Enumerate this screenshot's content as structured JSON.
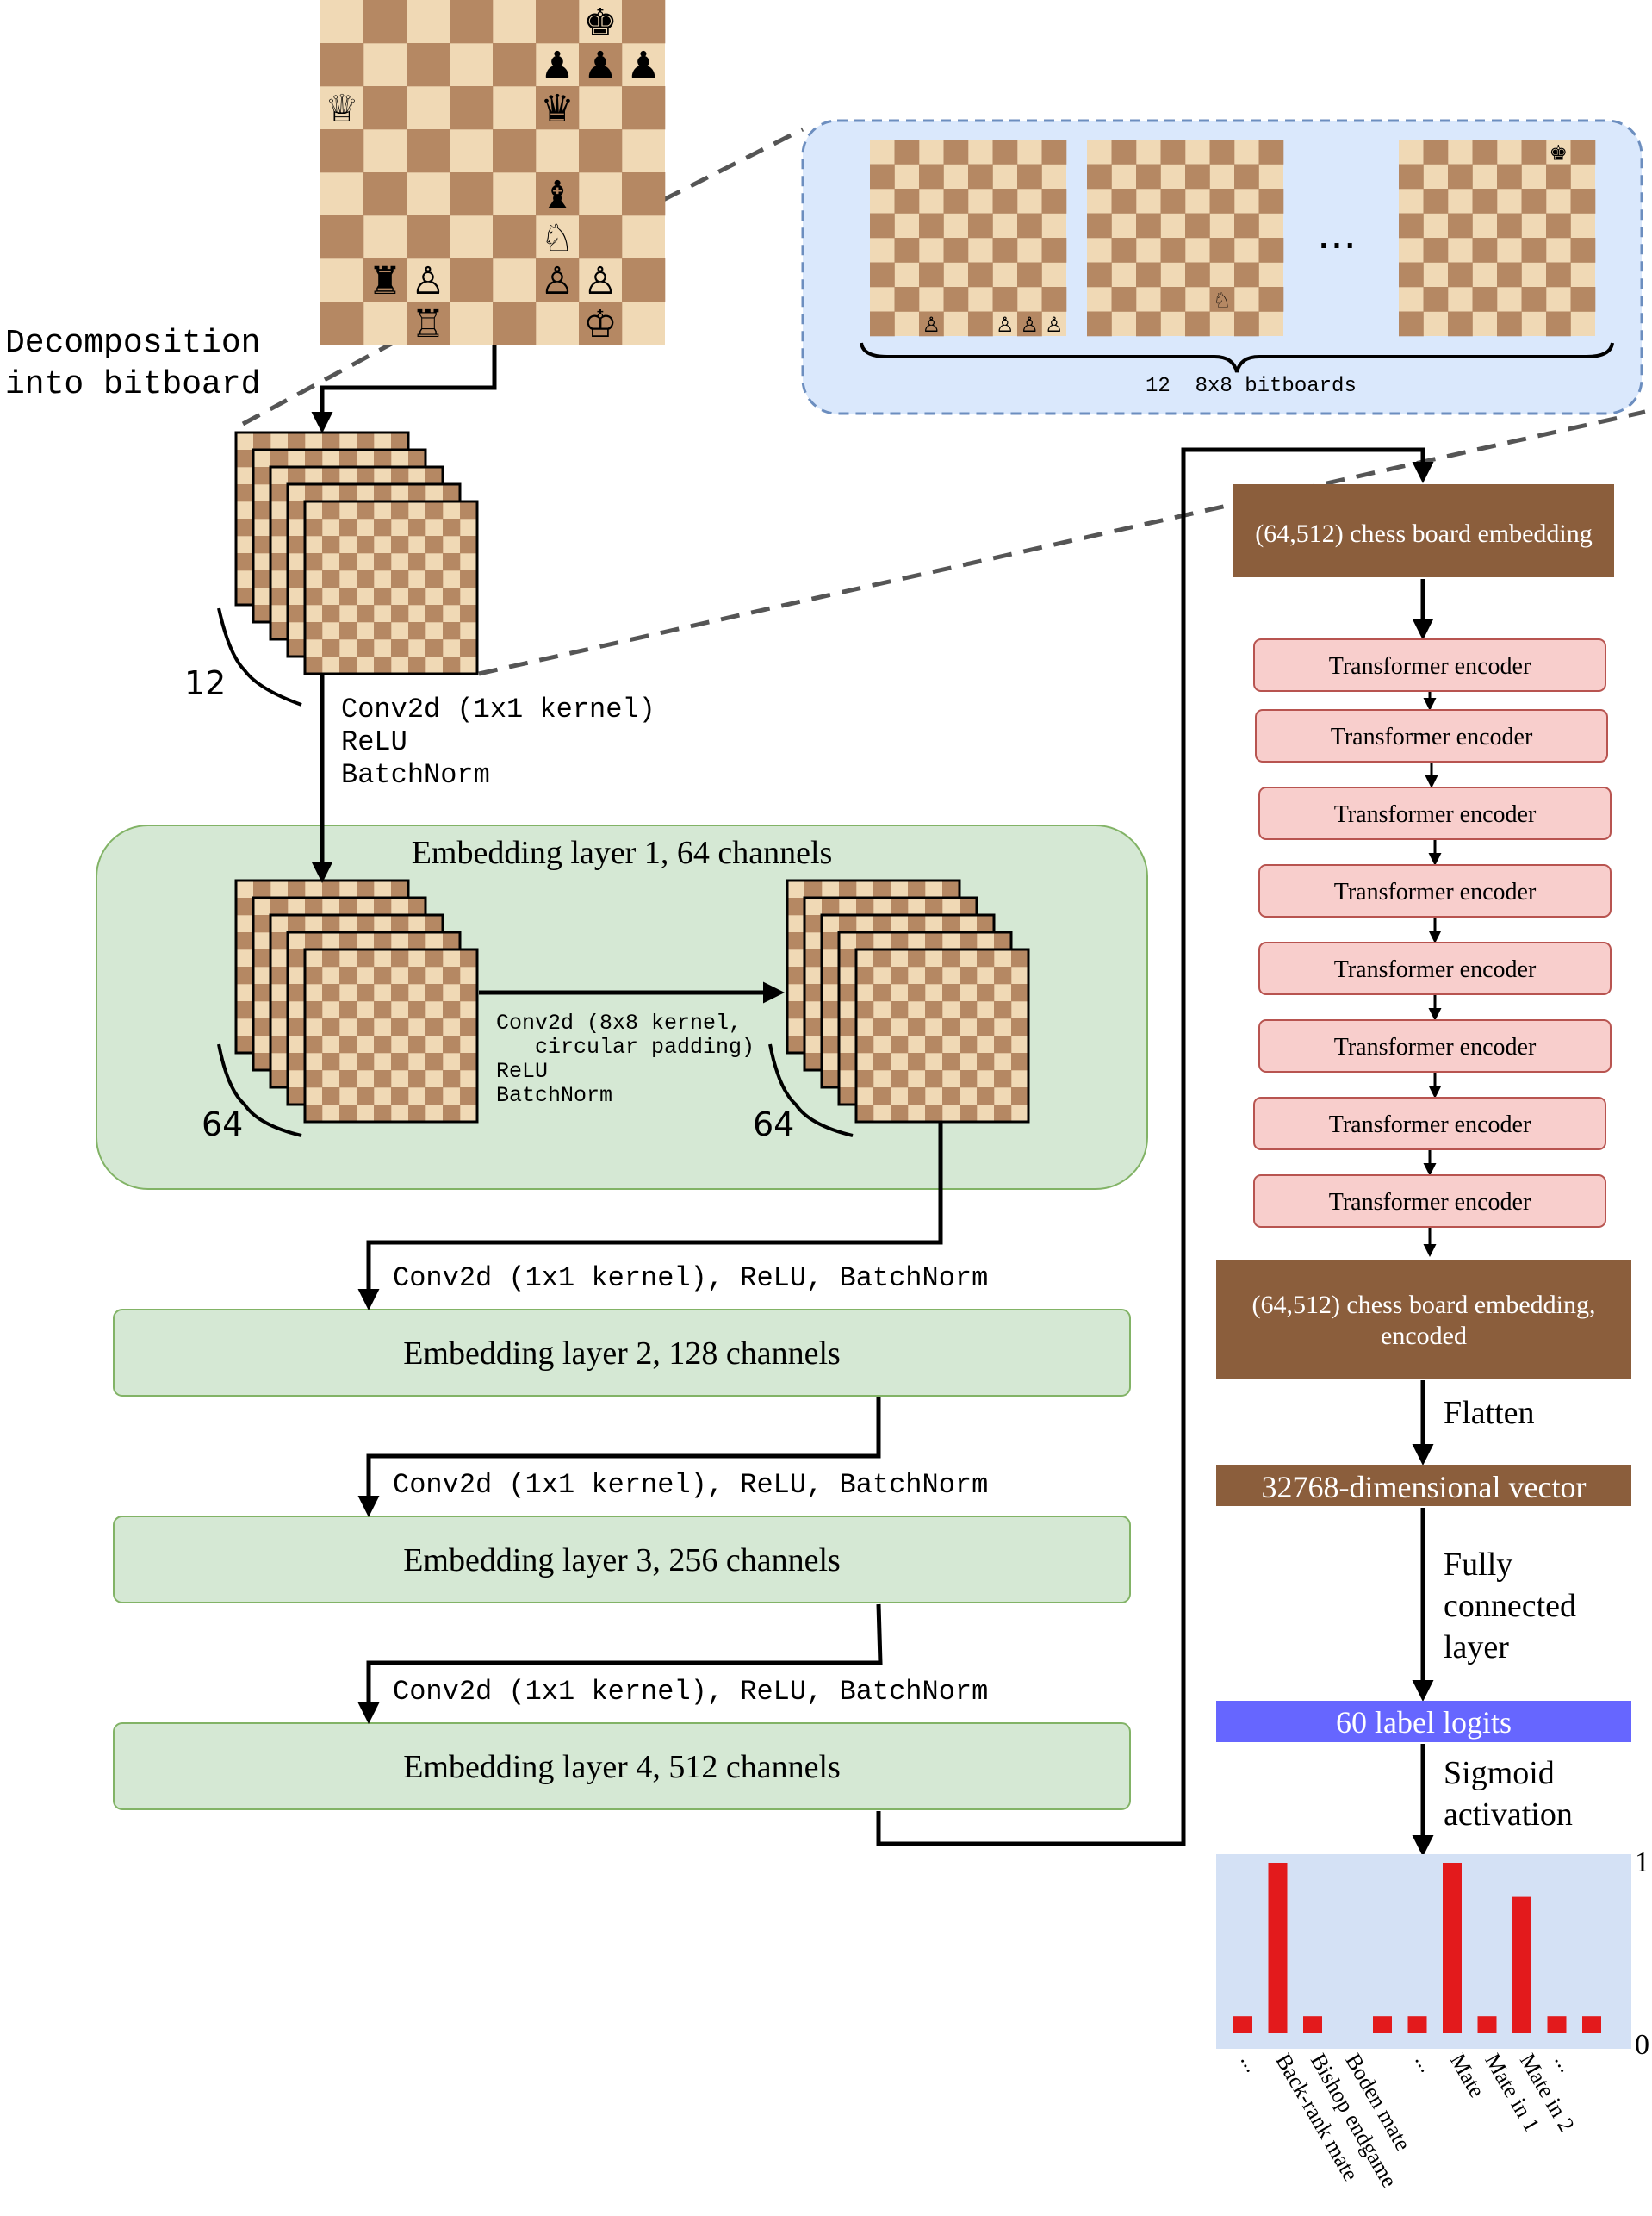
{
  "colors": {
    "light_square": "#f0d9b5",
    "dark_square": "#b58863",
    "green_fill": "#d5e8d4",
    "green_stroke": "#82b366",
    "blue_fill": "#dae8fc",
    "blue_stroke": "#6c8ebf",
    "pink_fill": "#f8cecc",
    "pink_stroke": "#b85450",
    "brown_fill": "#8b5e3c",
    "logits_fill": "#6666ff",
    "bar_color": "#e31a1c",
    "chart_bg": "#d4e1f5"
  },
  "board": {
    "pieces": [
      {
        "square": "g8",
        "glyph": "♚"
      },
      {
        "square": "f7",
        "glyph": "♟"
      },
      {
        "square": "g7",
        "glyph": "♟"
      },
      {
        "square": "h7",
        "glyph": "♟"
      },
      {
        "square": "a6",
        "glyph": "♕"
      },
      {
        "square": "f6",
        "glyph": "♛"
      },
      {
        "square": "f4",
        "glyph": "♝"
      },
      {
        "square": "f3",
        "glyph": "♘"
      },
      {
        "square": "b2",
        "glyph": "♜"
      },
      {
        "square": "c2",
        "glyph": "♙"
      },
      {
        "square": "f2",
        "glyph": "♙"
      },
      {
        "square": "g2",
        "glyph": "♙"
      },
      {
        "square": "c1",
        "glyph": "♖"
      },
      {
        "square": "g1",
        "glyph": "♔"
      }
    ]
  },
  "labels": {
    "decomposition": [
      "Decomposition",
      "into bitboard"
    ],
    "count_12": "12",
    "conv_first": [
      "Conv2d (1x1 kernel)",
      "ReLU",
      "BatchNorm"
    ],
    "emb1_title": "Embedding layer 1, 64 channels",
    "conv_8x8": [
      "Conv2d (8x8 kernel,",
      "   circular padding)",
      "ReLU",
      "BatchNorm"
    ],
    "count_64a": "64",
    "count_64b": "64",
    "conv_1x1_a": "Conv2d (1x1 kernel), ReLU, BatchNorm",
    "conv_1x1_b": "Conv2d (1x1 kernel), ReLU, BatchNorm",
    "conv_1x1_c": "Conv2d (1x1 kernel), ReLU, BatchNorm",
    "emb2": "Embedding layer 2, 128 channels",
    "emb3": "Embedding layer 3, 256 channels",
    "emb4": "Embedding layer 4, 512 channels",
    "bitboards_caption": "12  8x8 bitboards",
    "ellipsis": "...",
    "board_embedding": "(64,512) chess board embedding",
    "transformer": "Transformer encoder",
    "encoded_embedding": [
      "(64,512) chess board embedding,",
      "encoded"
    ],
    "flatten": "Flatten",
    "vector": "32768-dimensional vector",
    "fc": [
      "Fully",
      "connected",
      "layer"
    ],
    "logits": "60 label logits",
    "sigmoid": [
      "Sigmoid",
      "activation"
    ]
  },
  "chart_data": {
    "type": "bar",
    "categories": [
      "...",
      "Back-rank mate",
      "Bishop endgame",
      "Boden mate",
      "...",
      "Mate",
      "Mate in 1",
      "Mate in 2",
      "..."
    ],
    "tick_labels_y": [
      "1",
      "0"
    ],
    "bars": [
      0.1,
      1.0,
      0.1,
      0.0,
      0.1,
      0.1,
      1.0,
      0.1,
      0.8,
      0.1,
      0.1
    ],
    "label_positions": [
      0,
      1,
      2,
      3,
      5,
      6,
      7,
      8,
      9
    ],
    "ylim": [
      0,
      1
    ]
  }
}
